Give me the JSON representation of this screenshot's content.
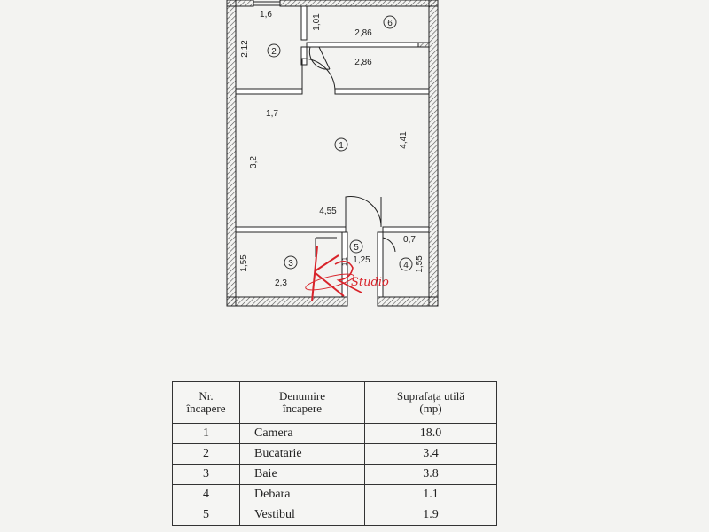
{
  "plan": {
    "dims": {
      "d1_6": "1,6",
      "d1_01": "1,01",
      "d2_86_top": "2,86",
      "d2_12": "2,12",
      "d2_86_bottom": "2,86",
      "d1_7": "1,7",
      "d3_2": "3,2",
      "d4_41": "4,41",
      "d4_55": "4,55",
      "d0_7": "0,7",
      "d1_25": "1,25",
      "d1_55_left": "1,55",
      "d2_3": "2,3",
      "d1_55_right": "1,55",
      "d_small": "1,1"
    },
    "room_numbers": {
      "r1": "1",
      "r2": "2",
      "r3": "3",
      "r4": "4",
      "r5": "5",
      "r6": "6"
    },
    "watermark": "Studio",
    "accent": "#d8232a"
  },
  "table": {
    "headers": {
      "nr_line1": "Nr.",
      "nr_line2": "încapere",
      "name_line1": "Denumire",
      "name_line2": "încapere",
      "area_line1": "Suprafața utilă",
      "area_line2": "(mp)"
    },
    "rows": [
      {
        "nr": "1",
        "name": "Camera",
        "area": "18.0"
      },
      {
        "nr": "2",
        "name": "Bucatarie",
        "area": "3.4"
      },
      {
        "nr": "3",
        "name": "Baie",
        "area": "3.8"
      },
      {
        "nr": "4",
        "name": "Debara",
        "area": "1.1"
      },
      {
        "nr": "5",
        "name": "Vestibul",
        "area": "1.9"
      }
    ]
  }
}
